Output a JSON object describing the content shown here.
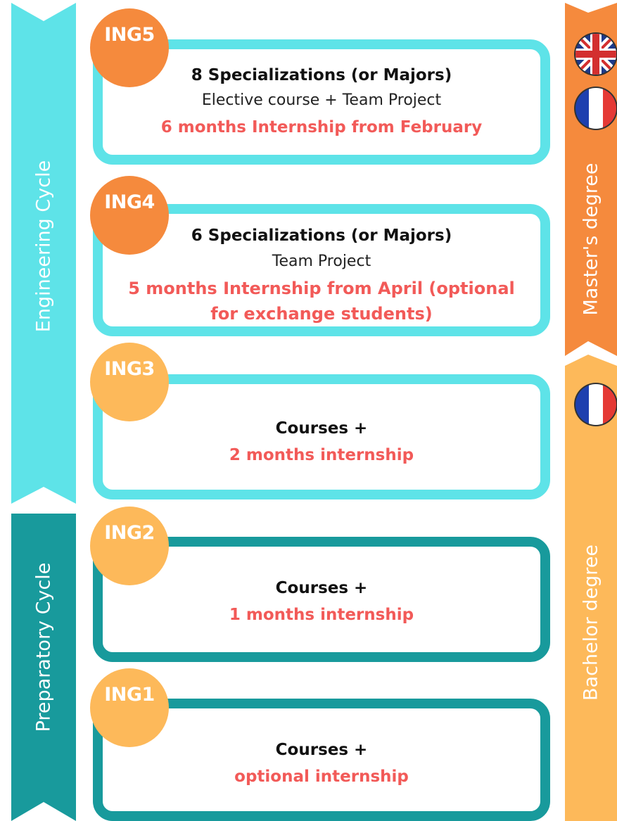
{
  "colors": {
    "engineering_band": "#5ee3e8",
    "preparatory_band": "#189a9c",
    "masters_band": "#f58a3d",
    "bachelor_band": "#fdb95a",
    "highlight_text": "#f25a58"
  },
  "left_bands": {
    "engineering": "Engineering Cycle",
    "preparatory": "Preparatory Cycle"
  },
  "right_bands": {
    "masters": "Master's degree",
    "bachelor": "Bachelor degree"
  },
  "flags": [
    "uk-flag-icon",
    "france-flag-icon",
    "france-flag-icon"
  ],
  "years": [
    {
      "badge": "ING5",
      "line1": "8 Specializations (or Majors)",
      "line2": "Elective course + Team Project",
      "highlight1": "6 months Internship from February",
      "highlight2": ""
    },
    {
      "badge": "ING4",
      "line1": "6 Specializations (or Majors)",
      "line2": "Team Project",
      "highlight1": "5 months Internship from April (optional",
      "highlight2": "for exchange students)"
    },
    {
      "badge": "ING3",
      "line1": "Courses +",
      "highlight1": "2 months internship"
    },
    {
      "badge": "ING2",
      "line1": "Courses +",
      "highlight1": "1 months internship"
    },
    {
      "badge": "ING1",
      "line1": "Courses +",
      "highlight1": "optional internship"
    }
  ]
}
